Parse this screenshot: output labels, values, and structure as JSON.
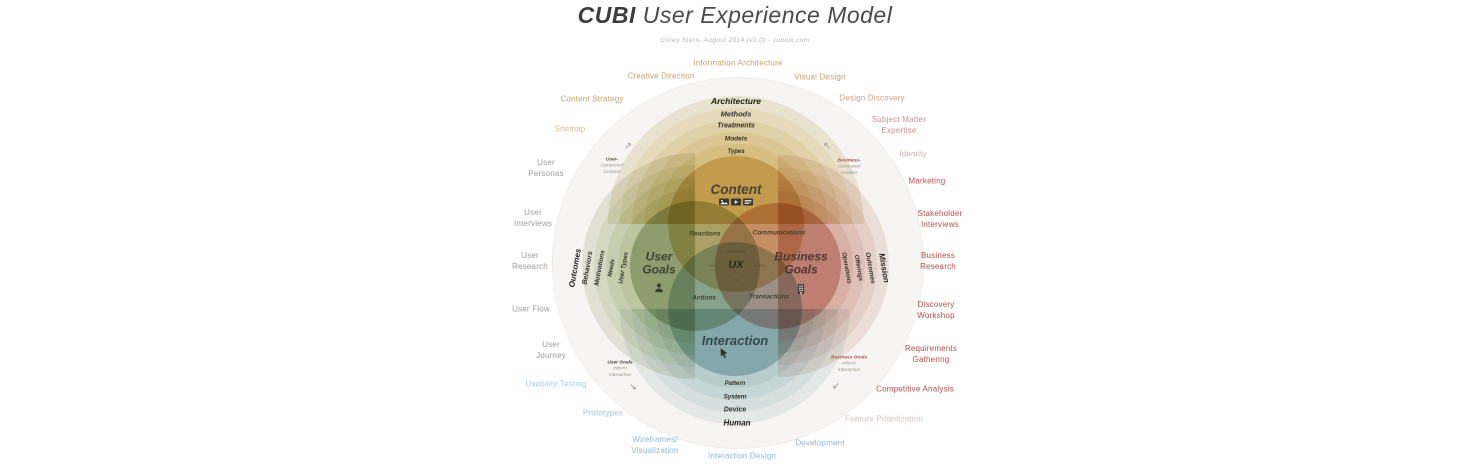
{
  "header": {
    "title_bold": "CUBI",
    "title_rest": " User Experience Model",
    "subtitle": "Corey Stern, August 2014 (v1.0) - cubiux.com"
  },
  "outer_labels": {
    "information_architecture": {
      "lines": [
        "Information Architecture"
      ]
    },
    "creative_direction": {
      "lines": [
        "Creative Direction"
      ]
    },
    "visual_design": {
      "lines": [
        "Visual Design"
      ]
    },
    "content_strategy": {
      "lines": [
        "Content Strategy"
      ]
    },
    "design_discovery": {
      "lines": [
        "Design Discovery"
      ]
    },
    "sitemap": {
      "lines": [
        "Sitemap"
      ]
    },
    "subject_matter_expertise": {
      "lines": [
        "Subject Matter",
        "Expertise"
      ]
    },
    "user_personas": {
      "lines": [
        "User",
        "Personas"
      ]
    },
    "identity": {
      "lines": [
        "Identity"
      ]
    },
    "marketing": {
      "lines": [
        "Marketing"
      ]
    },
    "user_interviews": {
      "lines": [
        "User",
        "Interviews"
      ]
    },
    "stakeholder_interviews": {
      "lines": [
        "Stakeholder",
        "Interviews"
      ]
    },
    "user_research": {
      "lines": [
        "User",
        "Research"
      ]
    },
    "business_research": {
      "lines": [
        "Business",
        "Research"
      ]
    },
    "user_flow": {
      "lines": [
        "User Flow"
      ]
    },
    "discovery_workshop": {
      "lines": [
        "Discovery",
        "Workshop"
      ]
    },
    "user_journey": {
      "lines": [
        "User",
        "Journey"
      ]
    },
    "requirements_gathering": {
      "lines": [
        "Requirements",
        "Gathering"
      ]
    },
    "usability_testing": {
      "lines": [
        "Usability Testing"
      ]
    },
    "competitive_analysis": {
      "lines": [
        "Competitive Analysis"
      ]
    },
    "prototypes": {
      "lines": [
        "Prototypes"
      ]
    },
    "feature_prioritization": {
      "lines": [
        "Feature Prioritization"
      ]
    },
    "wireframes_visualization": {
      "lines": [
        "Wireframes/",
        "Visualization"
      ]
    },
    "development": {
      "lines": [
        "Development"
      ]
    },
    "interaction_design": {
      "lines": [
        "Interaction Design"
      ]
    }
  },
  "venn": {
    "content": {
      "label": "Content",
      "rings": [
        "Architecture",
        "Methods",
        "Treatments",
        "Models",
        "Types"
      ]
    },
    "user_goals": {
      "label_lines": [
        "User",
        "Goals"
      ],
      "rings": [
        "Outcomes",
        "Behaviors",
        "Motivations",
        "Needs",
        "User Types"
      ]
    },
    "business_goals": {
      "label_lines": [
        "Business",
        "Goals"
      ],
      "rings": [
        "Mission",
        "Outcomes",
        "Offerings",
        "Operations"
      ]
    },
    "interaction": {
      "label": "Interaction",
      "rings": [
        "Human",
        "Device",
        "System",
        "Pattern"
      ]
    },
    "center": {
      "label": "UX",
      "micro": {
        "top": "comprehends",
        "left": "uses",
        "right": "absorbs",
        "bottom": "emits"
      }
    },
    "intersections": {
      "top_left": "Reactions",
      "top_right": "Communications",
      "bottom_left": "Actions",
      "bottom_right": "Transactions"
    }
  },
  "annotations": {
    "user_generated": {
      "lines": [
        "User-",
        "Generated",
        "Content"
      ],
      "arrow": "↗"
    },
    "business_generated": {
      "lines": [
        "Business-",
        "Generated",
        "Content"
      ],
      "arrow": "↖"
    },
    "user_inform": {
      "lines": [
        "User Goals",
        "Inform",
        "Interaction"
      ],
      "arrow": "↘"
    },
    "business_inform": {
      "lines": [
        "Business Goals",
        "Inform",
        "Interaction"
      ],
      "arrow": "↙"
    }
  },
  "icons": {
    "content_media": [
      "image-icon",
      "video-icon",
      "text-icon"
    ],
    "user_goals": "person-icon",
    "business_goals": "building-icon",
    "interaction": "cursor-icon"
  },
  "colors": {
    "tan_label": "#c8a06a",
    "red_label": "#b84b4b",
    "blue_label": "#8cb8d8",
    "gray_label": "#9c9c9c",
    "content_fill": "#e8d09a",
    "user_fill": "#c2ccb0",
    "business_fill": "#e2b6ac",
    "interaction_fill": "#b7d1d4"
  }
}
